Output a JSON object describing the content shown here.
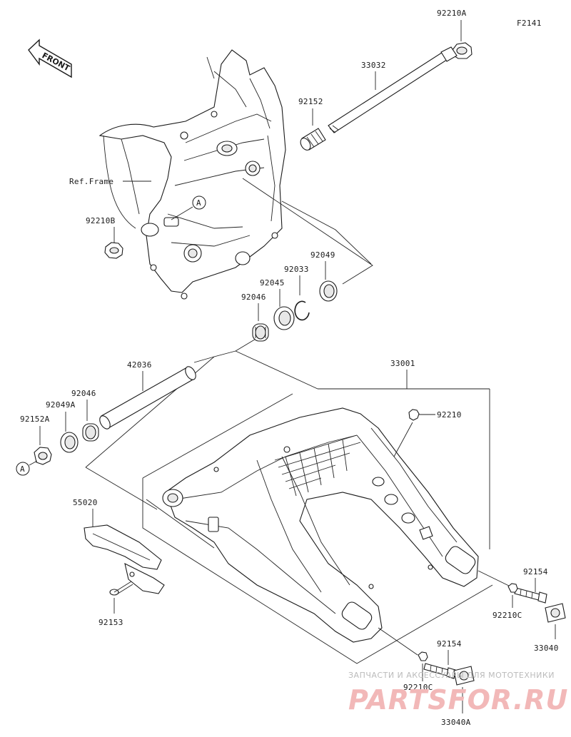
{
  "diagram_id": "F2141",
  "front_label": "FRONT",
  "ref_frame_label": "Ref.Frame",
  "ref_marker": "A",
  "parts": {
    "p92210A": "92210A",
    "p33032": "33032",
    "p92152": "92152",
    "p92210B": "92210B",
    "p92049": "92049",
    "p92033": "92033",
    "p92045": "92045",
    "p92046": "92046",
    "p42036": "42036",
    "p33001": "33001",
    "p92046b": "92046",
    "p92049A": "92049A",
    "p92152A": "92152A",
    "p92210": "92210",
    "p55020": "55020",
    "p92154": "92154",
    "p92210C": "92210C",
    "p92153": "92153",
    "p33040": "33040",
    "p92154b": "92154",
    "p92210Cb": "92210C",
    "p33040A": "33040A"
  },
  "watermark": {
    "line1": "ЗАПЧАСТИ И АКСЕССУАРЫ ДЛЯ МОТОТЕХНИКИ",
    "line2": "PARTSFOR.RU"
  }
}
